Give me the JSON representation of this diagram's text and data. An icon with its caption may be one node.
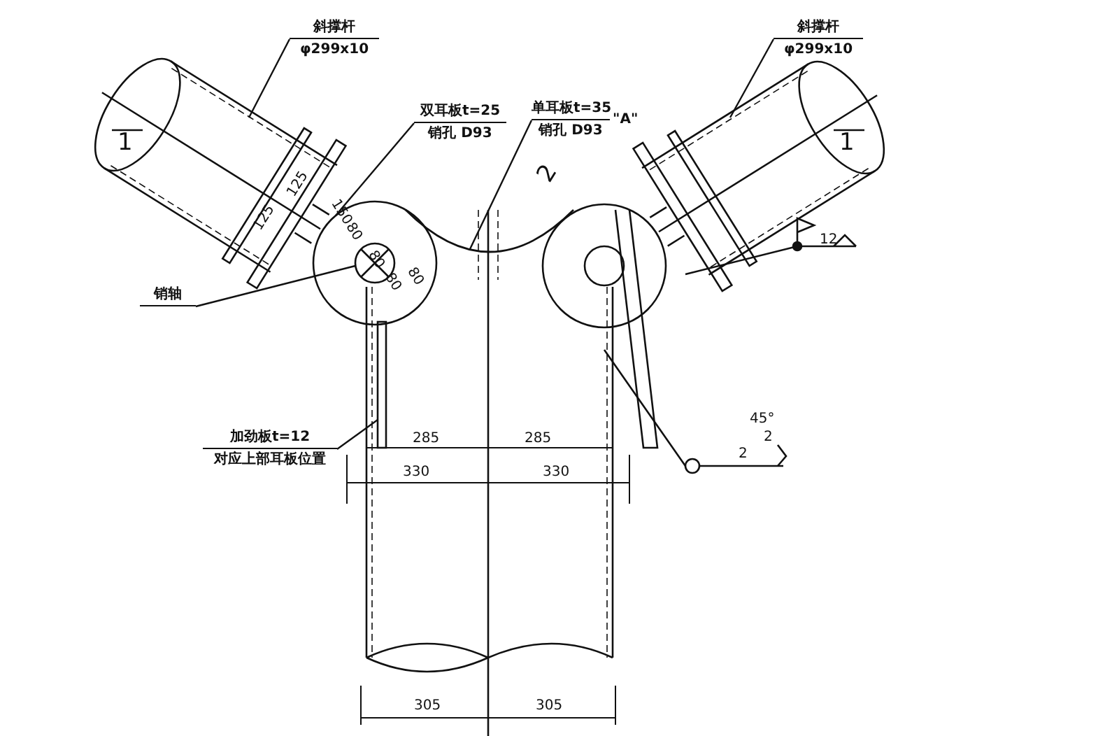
{
  "diagram": {
    "nodes": [
      {
        "text": [
          "斜撑杆",
          "φ299x10"
        ]
      },
      {
        "text": [
          "斜撑杆",
          "φ299x10"
        ]
      },
      {
        "text": [
          "双耳板t=25",
          "销孔 D93"
        ]
      },
      {
        "text": [
          "单耳板t=35",
          "销孔 D93"
        ],
        "beside": [
          "\"A\""
        ]
      },
      {
        "text": [
          "销轴"
        ]
      },
      {
        "text": [
          "加劲板t=12",
          "对应上部耳板位置"
        ]
      },
      {
        "text": [],
        "shape": "picture"
      },
      {
        "text": [],
        "shape": "picture"
      },
      {
        "text": [],
        "shape": "picture"
      },
      {
        "text": [],
        "shape": "picture"
      },
      {
        "text": [],
        "shape": "picture",
        "in": 8
      },
      {
        "text": [],
        "shape": "box"
      }
    ],
    "edges": [
      {
        "from": 0,
        "to": 6,
        "arrow": "none"
      },
      {
        "from": 1,
        "to": 7,
        "arrow": "none"
      },
      {
        "from": 2,
        "to": 8,
        "arrow": "none"
      },
      {
        "from": 3,
        "to": 9,
        "arrow": "none"
      },
      {
        "from": 4,
        "to": 10,
        "arrow": "none"
      },
      {
        "from": 5,
        "to": 11,
        "arrow": "none"
      }
    ],
    "labels": [
      "1",
      "1",
      "2",
      "125",
      "125",
      "150",
      "80",
      "80",
      "80",
      "80",
      "12",
      "285",
      "285",
      "330",
      "330",
      "45°",
      "2",
      "2",
      "305",
      "305"
    ]
  }
}
